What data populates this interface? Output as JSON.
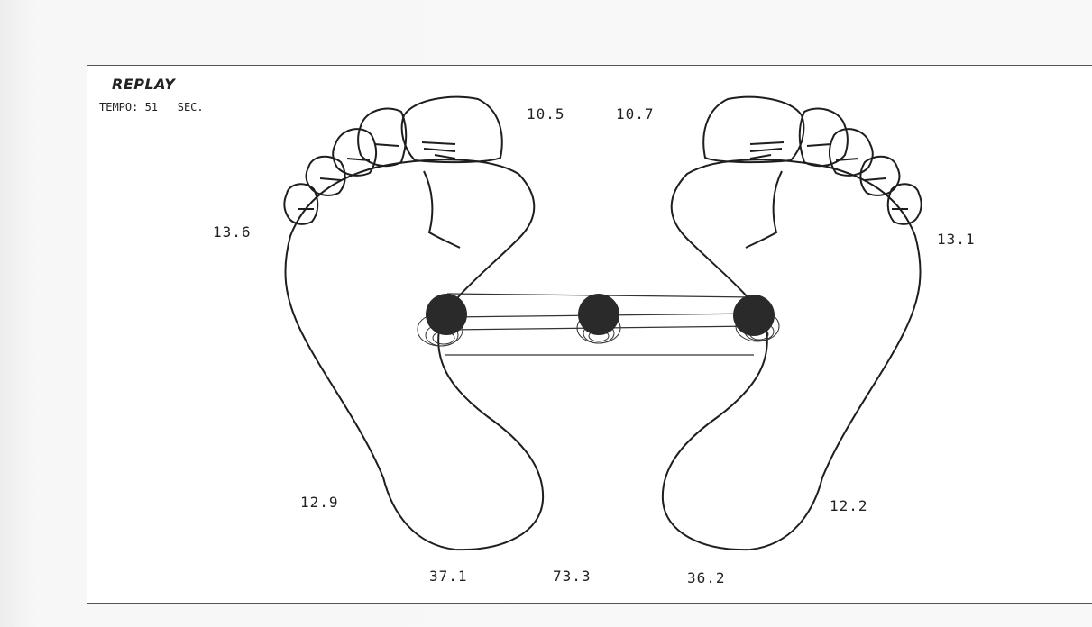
{
  "report": {
    "title": "REPLAY",
    "time_label": "TEMPO: 51",
    "time_unit": "SEC."
  },
  "pressures": {
    "left_toe": "10.5",
    "right_toe": "10.7",
    "left_outer": "13.6",
    "right_outer": "13.1",
    "left_heel": "12.9",
    "right_heel": "12.2",
    "left_total": "37.1",
    "center_total": "73.3",
    "right_total": "36.2"
  },
  "colors": {
    "line": "#1e1e1e",
    "marker": "#2a2a2a",
    "paper": "#ffffff"
  }
}
